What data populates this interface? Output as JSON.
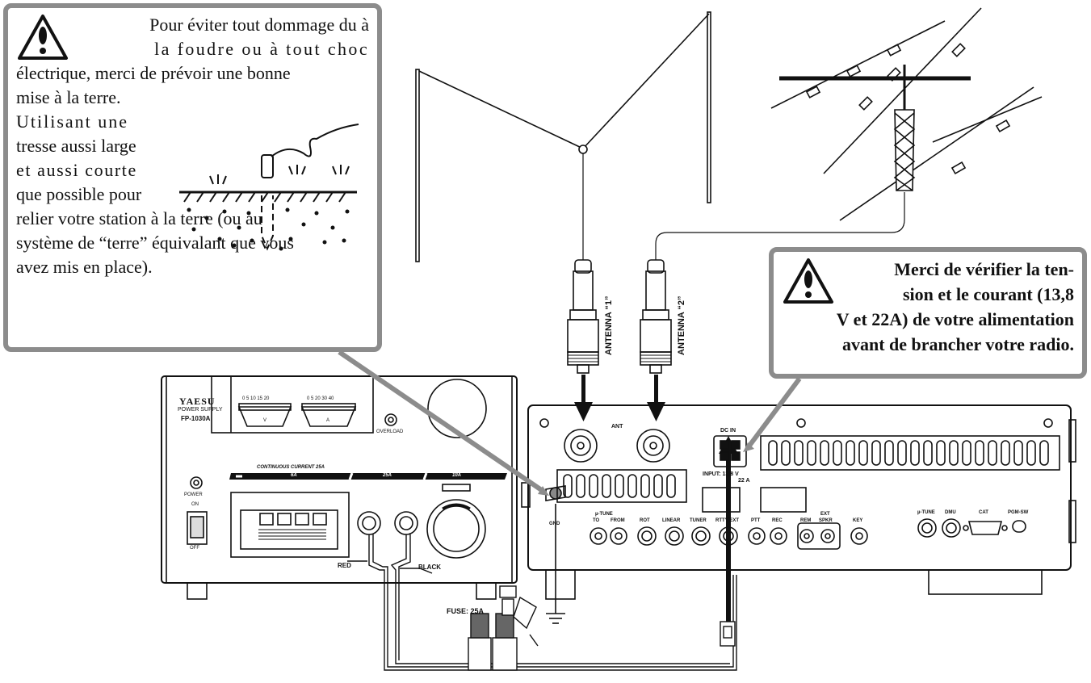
{
  "ground_callout": {
    "line1": "Pour éviter tout dommage du à",
    "line2": "la foudre ou à tout choc",
    "line3": "électrique, merci de prévoir une bonne",
    "line4": "mise à la terre.",
    "line5": "Utilisant une",
    "line6": "tresse aussi large",
    "line7": "et aussi courte",
    "line8": "que possible pour",
    "line9": "relier votre station à la terre (ou au",
    "line10": "système de “terre” équivalant que vous",
    "line11": "avez mis en place)."
  },
  "power_callout": {
    "line1": "Merci de vérifier la ten-",
    "line2": "sion et le courant (13,8",
    "line3": "V et 22A) de votre alimentation",
    "line4": "avant de brancher votre radio."
  },
  "antenna_labels": {
    "ant1": "ANTENNA “1”",
    "ant2": "ANTENNA “2”"
  },
  "psu": {
    "brand": "YAESU",
    "subtitle": "POWER SUPPLY",
    "model": "FP-1030A",
    "meter_v_scale": "0  5  10 15 20",
    "meter_a_scale": "0  5  20 30 40",
    "meter_v": "V",
    "meter_a": "A",
    "overload": "OVERLOAD",
    "power": "POWER",
    "on": "ON",
    "off": "OFF",
    "continuous": "CONTINUOUS   CURRENT  25A",
    "terminal_6a": "6A",
    "terminal_25a": "25A",
    "terminal_10a": "10A",
    "red": "RED",
    "black": "BLACK",
    "fuse": "FUSE: 25A"
  },
  "radio": {
    "ant": "ANT",
    "dcin": "DC IN",
    "input": "INPUT: 13,8 V",
    "input2": "22 A",
    "gnd": "GND",
    "mutune": "µ-TUNE",
    "to": "TO",
    "from": "FROM",
    "rot": "ROT",
    "linear": "LINEAR",
    "tuner": "TUNER",
    "rtty": "RTTY/EXT",
    "ptt": "PTT",
    "rec": "REC",
    "rem": "REM",
    "ext": "EXT",
    "spkr": "SPKR",
    "key": "KEY",
    "mutune2": "µ-TUNE",
    "dmu": "DMU",
    "cat": "CAT",
    "pgmsw": "PGM-SW"
  }
}
